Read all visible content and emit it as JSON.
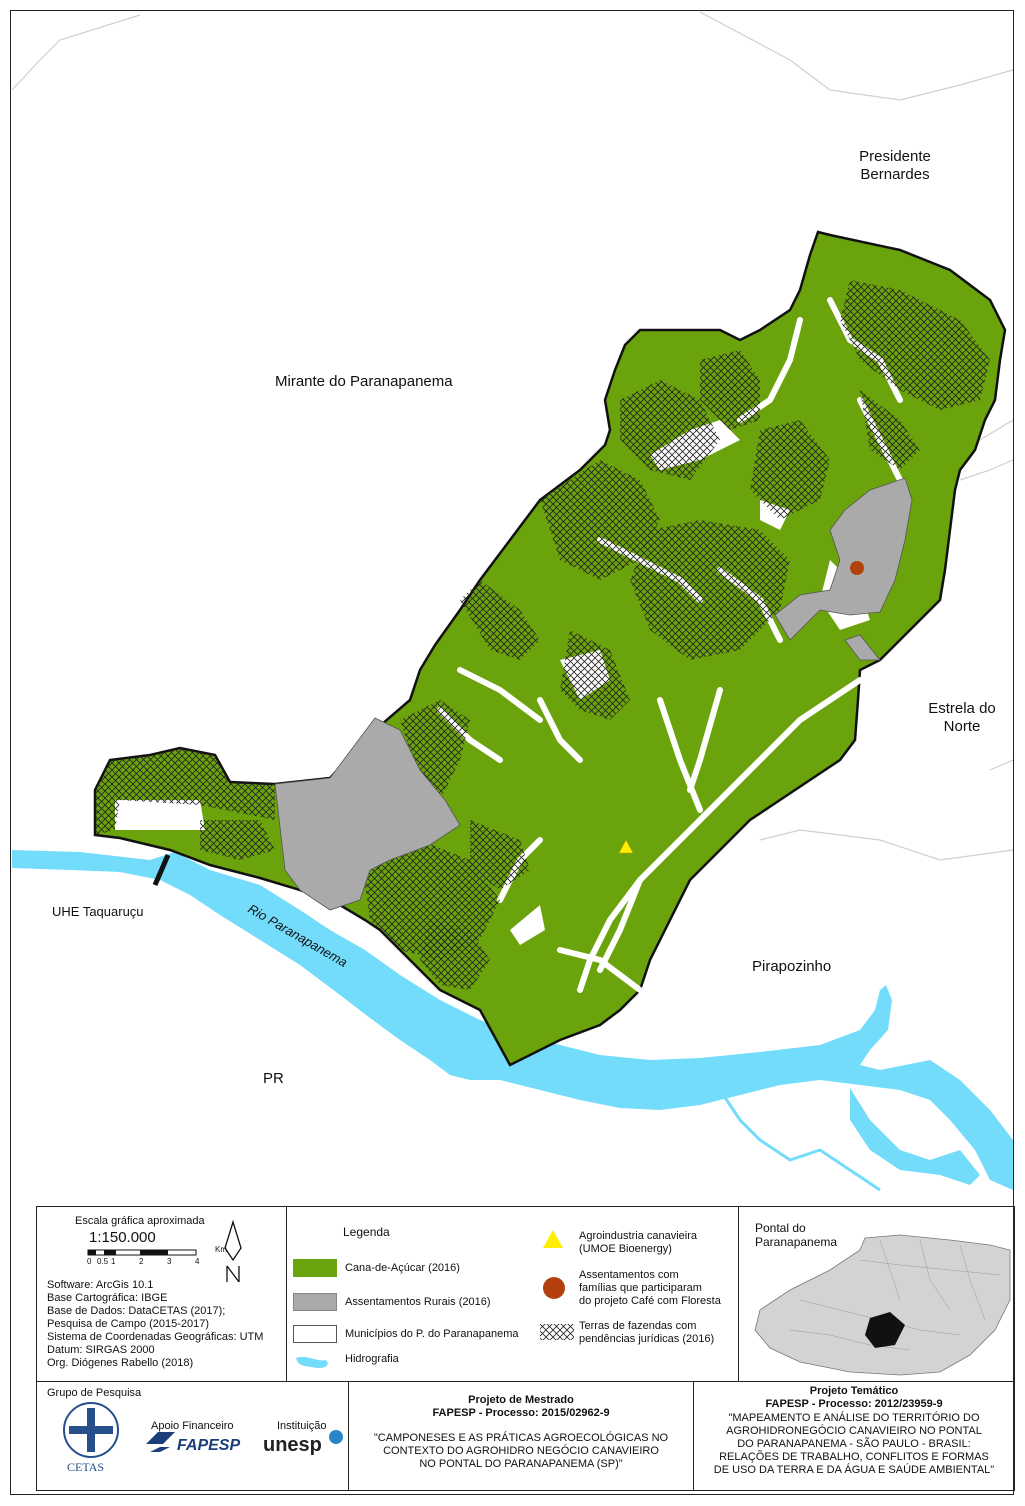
{
  "map": {
    "labels": {
      "presidente_bernardes": "Presidente\nBernardes",
      "mirante": "Mirante do Paranapanema",
      "estrela": "Estrela do\nNorte",
      "pirapozinho": "Pirapozinho",
      "uhe": "UHE Taquaruçu",
      "rio": "Rio Paranapanema",
      "pr": "PR"
    },
    "colors": {
      "cane": "#6aa30b",
      "settlement": "#aaaaaa",
      "water": "#73dcfa",
      "border": "#111111",
      "point_agro": "#ffee00",
      "point_family": "#b3410e"
    }
  },
  "legend": {
    "scale_title": "Escala gráfica aproximada",
    "scale_ratio": "1:150.000",
    "scale_ticks": [
      "0",
      "0.5",
      "1",
      "2",
      "3",
      "4"
    ],
    "scale_unit": "Km",
    "metadata": [
      "Software: ArcGis 10.1",
      "Base Cartográfica: IBGE",
      "Base de Dados: DataCETAS (2017);",
      "Pesquisa de Campo (2015-2017)",
      "Sistema de Coordenadas Geográficas: UTM",
      "Datum: SIRGAS 2000",
      "Org. Diógenes Rabello (2018)"
    ],
    "title": "Legenda",
    "items": {
      "cane": "Cana-de-Açúcar (2016)",
      "settlement": "Assentamentos Rurais (2016)",
      "municipalities": "Municípios do P. do Paranapanema",
      "hydro": "Hidrografia",
      "agro": "Agroindustria canavieira\n(UMOE Bioenergy)",
      "families": "Assentamentos com\nfamílias que participaram\ndo projeto Café com Floresta",
      "pending": "Terras de fazendas com\npendências jurídicas (2016)"
    },
    "inset_title": "Pontal do\nParanapanema"
  },
  "footer": {
    "group_label": "Grupo de Pesquisa",
    "cetas": "CETAS",
    "support_label": "Apoio Financeiro",
    "fapesp": "FAPESP",
    "institution_label": "Instituição",
    "unesp": "unesp",
    "mestrado_title": "Projeto de Mestrado",
    "mestrado_process": "FAPESP - Processo: 2015/02962-9",
    "mestrado_desc": "\"CAMPONESES E AS PRÁTICAS AGROECOLÓGICAS NO\nCONTEXTO DO AGROHIDRO NEGÓCIO CANAVIEIRO\nNO PONTAL DO PARANAPANEMA (SP)\"",
    "tematico_title": "Projeto Temático",
    "tematico_process": "FAPESP - Processo: 2012/23959-9",
    "tematico_desc": "\"MAPEAMENTO E ANÁLISE DO TERRITÓRIO DO\nAGROHIDRONEGÓCIO CANAVIEIRO NO PONTAL\nDO PARANAPANEMA - SÃO PAULO - BRASIL:\nRELAÇÕES DE TRABALHO, CONFLITOS E FORMAS\nDE USO DA TERRA E DA ÁGUA E SAÚDE AMBIENTAL\""
  }
}
